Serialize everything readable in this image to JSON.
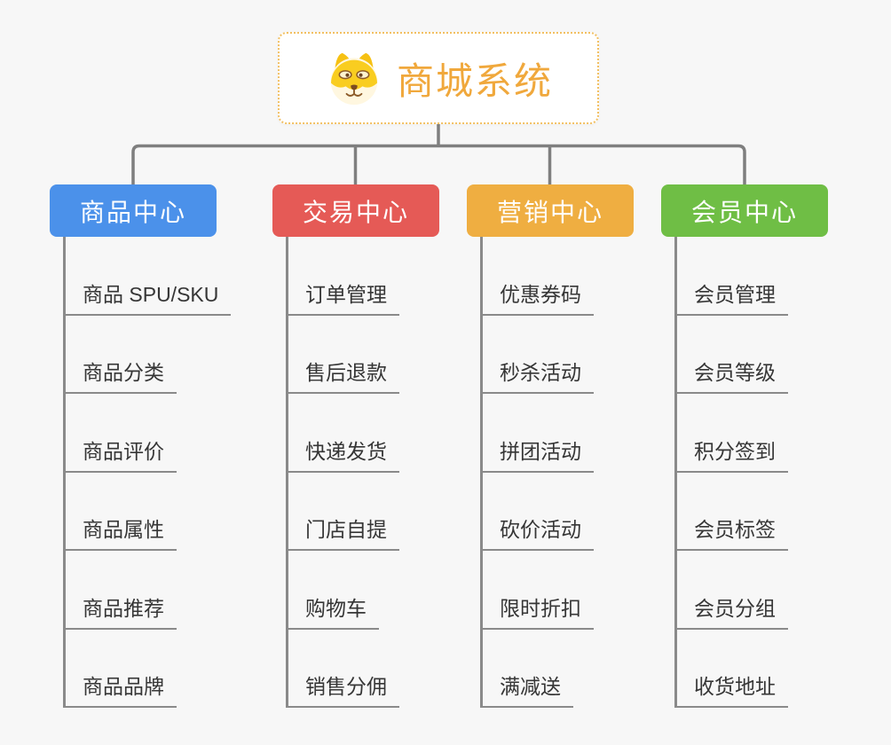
{
  "root": {
    "title": "商城系统",
    "icon": "dog-icon",
    "text_color": "#F0A83C",
    "border_color": "#F2C063",
    "background": "#FFFFFF"
  },
  "branches": [
    {
      "label": "商品中心",
      "color": "#4B91EA",
      "items": [
        "商品 SPU/SKU",
        "商品分类",
        "商品评价",
        "商品属性",
        "商品推荐",
        "商品品牌"
      ]
    },
    {
      "label": "交易中心",
      "color": "#E55A56",
      "items": [
        "订单管理",
        "售后退款",
        "快递发货",
        "门店自提",
        "购物车",
        "销售分佣"
      ]
    },
    {
      "label": "营销中心",
      "color": "#EFAE41",
      "items": [
        "优惠券码",
        "秒杀活动",
        "拼团活动",
        "砍价活动",
        "限时折扣",
        "满减送"
      ]
    },
    {
      "label": "会员中心",
      "color": "#6FBE45",
      "items": [
        "会员管理",
        "会员等级",
        "积分签到",
        "会员标签",
        "会员分组",
        "收货地址"
      ]
    }
  ],
  "colors": {
    "background": "#F7F7F7",
    "connector": "#7F7F7F",
    "underline": "#8A8A8A",
    "item_text": "#363636",
    "header_text": "#FFFFFF"
  }
}
